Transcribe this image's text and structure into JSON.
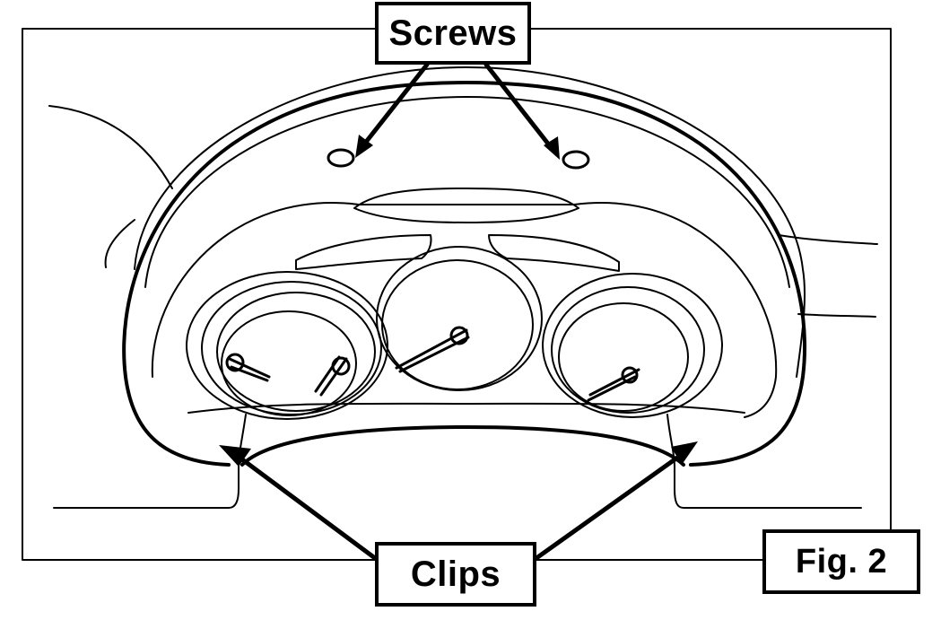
{
  "labels": {
    "screws": "Screws",
    "clips": "Clips",
    "figure": "Fig. 2"
  },
  "colors": {
    "ink": "#000000",
    "paper": "#ffffff"
  }
}
